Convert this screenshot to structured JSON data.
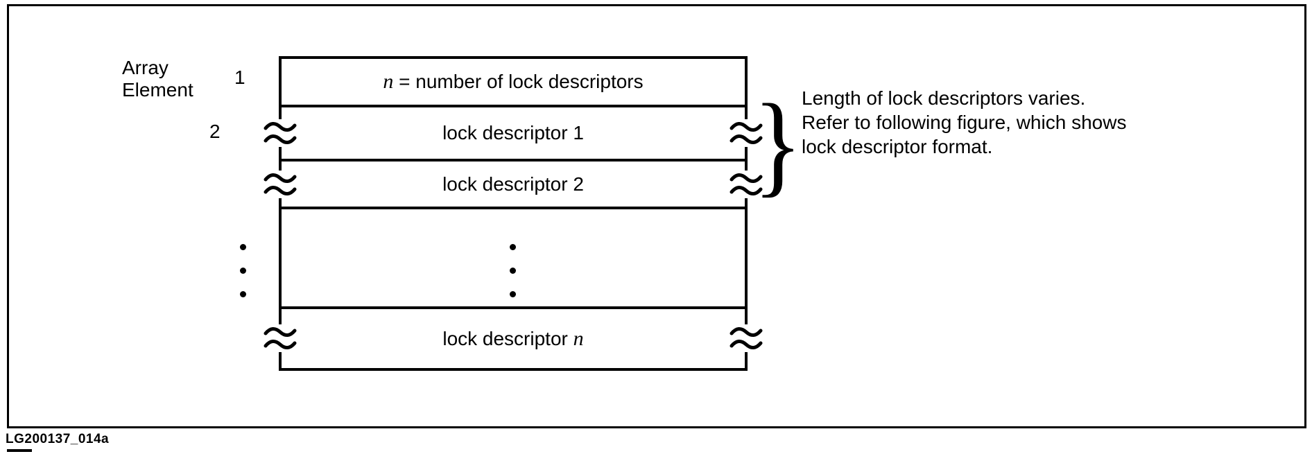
{
  "colors": {
    "ink": "#000000",
    "background": "#ffffff"
  },
  "figure": {
    "caption": "LG200137_014a"
  },
  "array_label": {
    "line1": "Array",
    "line2": "Element"
  },
  "indices": {
    "first": "1",
    "second": "2"
  },
  "rows": {
    "header_italic": "n",
    "header_rest": " = number of lock descriptors",
    "descriptor1": "lock descriptor 1",
    "descriptor2": "lock descriptor 2",
    "descriptorN_prefix": "lock descriptor ",
    "descriptorN_italic": "n"
  },
  "annotation": {
    "brace": "}",
    "lines": [
      "Length of lock descriptors varies.",
      "Refer to following figure, which shows",
      "lock descriptor format."
    ]
  }
}
